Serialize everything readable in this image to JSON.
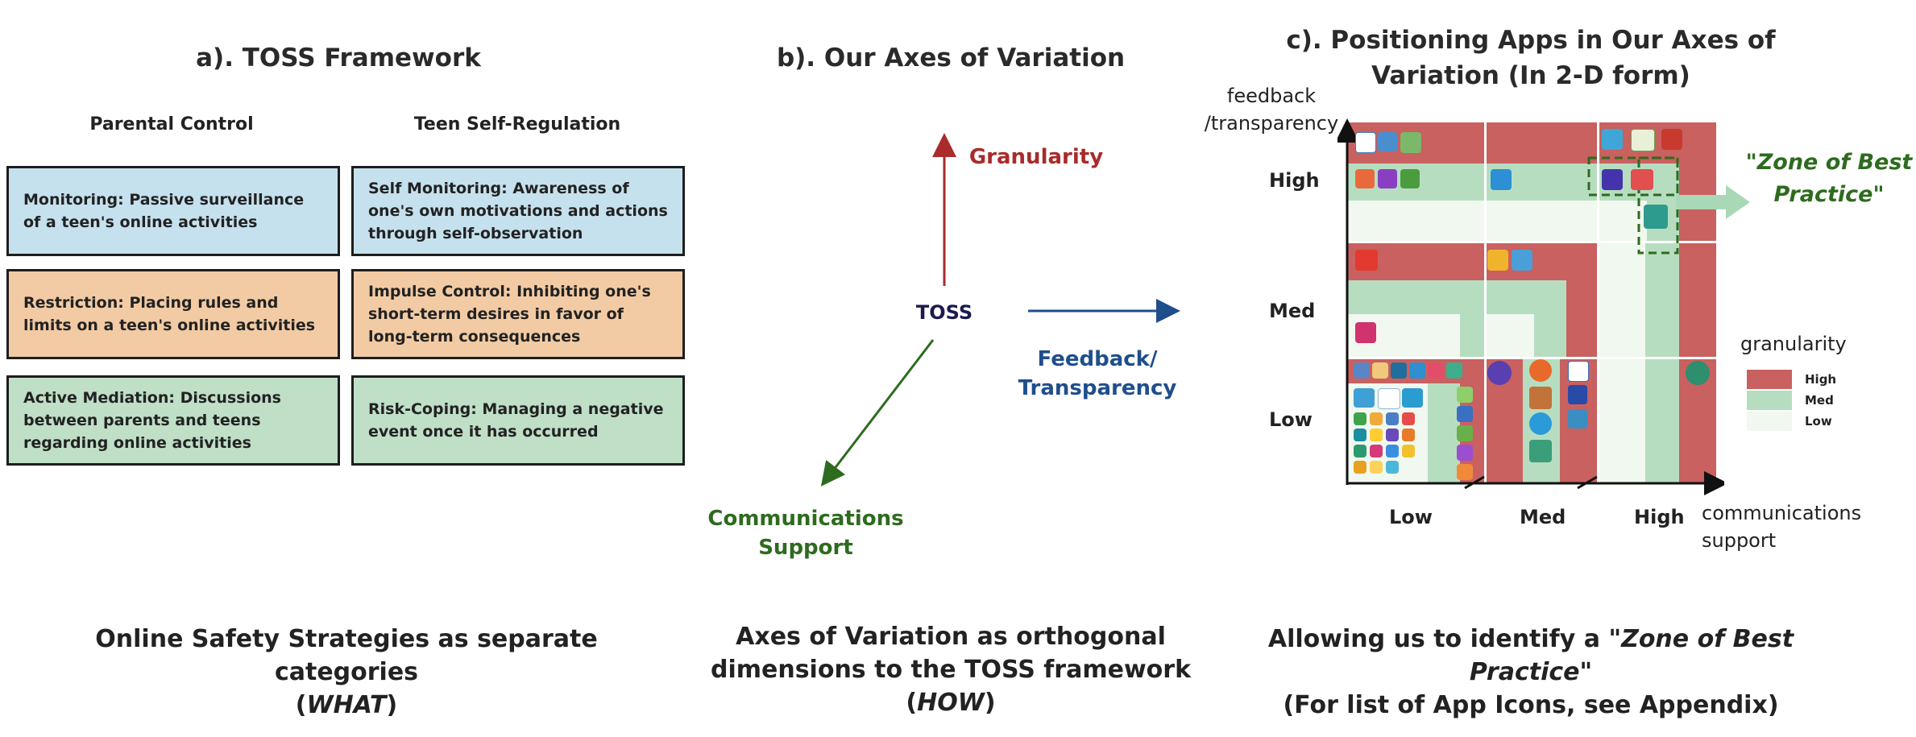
{
  "panel_a": {
    "title": "a). TOSS Framework",
    "col1_header": "Parental Control",
    "col2_header": "Teen Self-Regulation",
    "boxes": [
      {
        "text": "Monitoring: Passive surveillance of a teen's online activities"
      },
      {
        "text": "Self Monitoring: Awareness of one's own motivations and actions through self-observation"
      },
      {
        "text": "Restriction: Placing rules and limits on a teen's online activities"
      },
      {
        "text": "Impulse Control: Inhibiting one's short-term desires in favor of long-term consequences"
      },
      {
        "text": "Active Mediation: Discussions between parents and teens regarding online activities"
      },
      {
        "text": "Risk-Coping: Managing a negative event once it has occurred"
      }
    ],
    "colors": {
      "blue": "#c6e1ee",
      "orange": "#f2cba4",
      "green": "#bfdfc7"
    },
    "caption_line1": "Online Safety Strategies as separate categories",
    "caption_open": "(",
    "caption_em": "WHAT",
    "caption_close": ")"
  },
  "panel_b": {
    "title": "b). Our Axes of Variation",
    "center": "TOSS",
    "granularity": "Granularity",
    "feedback_line1": "Feedback/",
    "feedback_line2": "Transparency",
    "comm_line1": "Communications",
    "comm_line2": "Support",
    "caption_line1": "Axes of Variation as orthogonal",
    "caption_line2": "dimensions to the TOSS framework",
    "caption_open": "(",
    "caption_em": "HOW",
    "caption_close": ")",
    "colors": {
      "granularity": "#a92b2b",
      "feedback": "#1f4e8c",
      "comm": "#2e6b1e"
    }
  },
  "panel_c": {
    "title_line1": "c). Positioning Apps in Our Axes of",
    "title_line2": "Variation (In 2-D form)",
    "y_label_line1": "feedback",
    "y_label_line2": "/transparency",
    "y_ticks": [
      "High",
      "Med",
      "Low"
    ],
    "x_ticks": [
      "Low",
      "Med",
      "High"
    ],
    "x_label_line1": "communications",
    "x_label_line2": "support",
    "zone_line1": "\"Zone of Best",
    "zone_line2": "Practice\"",
    "legend_title": "granularity",
    "legend_items": [
      {
        "label": "High",
        "color": "#c8615f"
      },
      {
        "label": "Med",
        "color": "#b7ddc1"
      },
      {
        "label": "Low",
        "color": "#f1f8ef"
      }
    ],
    "caption_prefix": "Allowing us to identify a ",
    "caption_em": "\"Zone of Best Practice\"",
    "caption_line2": "(For list of App Icons, see Appendix)"
  }
}
